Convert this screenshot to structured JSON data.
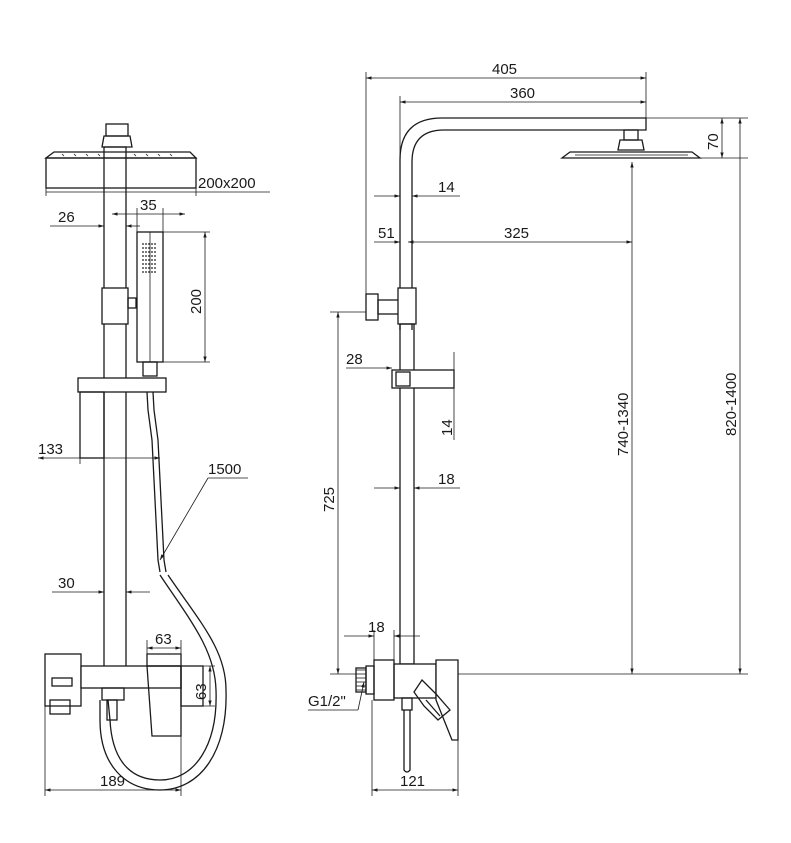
{
  "colors": {
    "line": "#1a1a1a",
    "background": "#ffffff"
  },
  "front_view": {
    "shower_head_size": "200x200",
    "hand_shower_width": "35",
    "rail_offset": "26",
    "hand_shower_length": "200",
    "holder_reach": "133",
    "hose_length": "1500",
    "rail_diameter": "30",
    "spout_width": "63",
    "spout_height": "63",
    "mixer_width": "189"
  },
  "side_view": {
    "arm_total_reach": "405",
    "arm_reach": "360",
    "head_height": "70",
    "arm_tube_width": "14",
    "bracket_offset": "51",
    "head_to_rail": "325",
    "holder_depth": "28",
    "holder_height": "14",
    "rail_tube_width": "18",
    "rail_height": "725",
    "head_height_range": "740-1340",
    "total_height_range": "820-1400",
    "connector_width": "18",
    "inlet_thread": "G1/2\"",
    "mixer_depth": "121"
  }
}
